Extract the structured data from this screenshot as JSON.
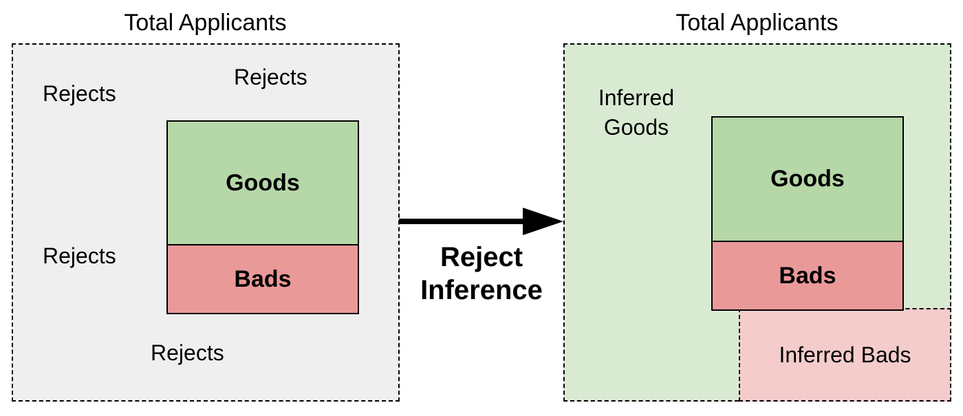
{
  "colors": {
    "left_bg": "#efefef",
    "right_bg": "#d9ead3",
    "goods": "#b6d7a8",
    "bads": "#ea9999",
    "inferred_bads": "#f4cccc"
  },
  "left": {
    "title": "Total Applicants",
    "rejects": [
      "Rejects",
      "Rejects",
      "Rejects",
      "Rejects"
    ],
    "goods": "Goods",
    "bads": "Bads"
  },
  "arrow": {
    "line1": "Reject",
    "line2": "Inference"
  },
  "right": {
    "title": "Total Applicants",
    "inferred_goods_1": "Inferred",
    "inferred_goods_2": "Goods",
    "goods": "Goods",
    "bads": "Bads",
    "inferred_bads": "Inferred Bads"
  }
}
